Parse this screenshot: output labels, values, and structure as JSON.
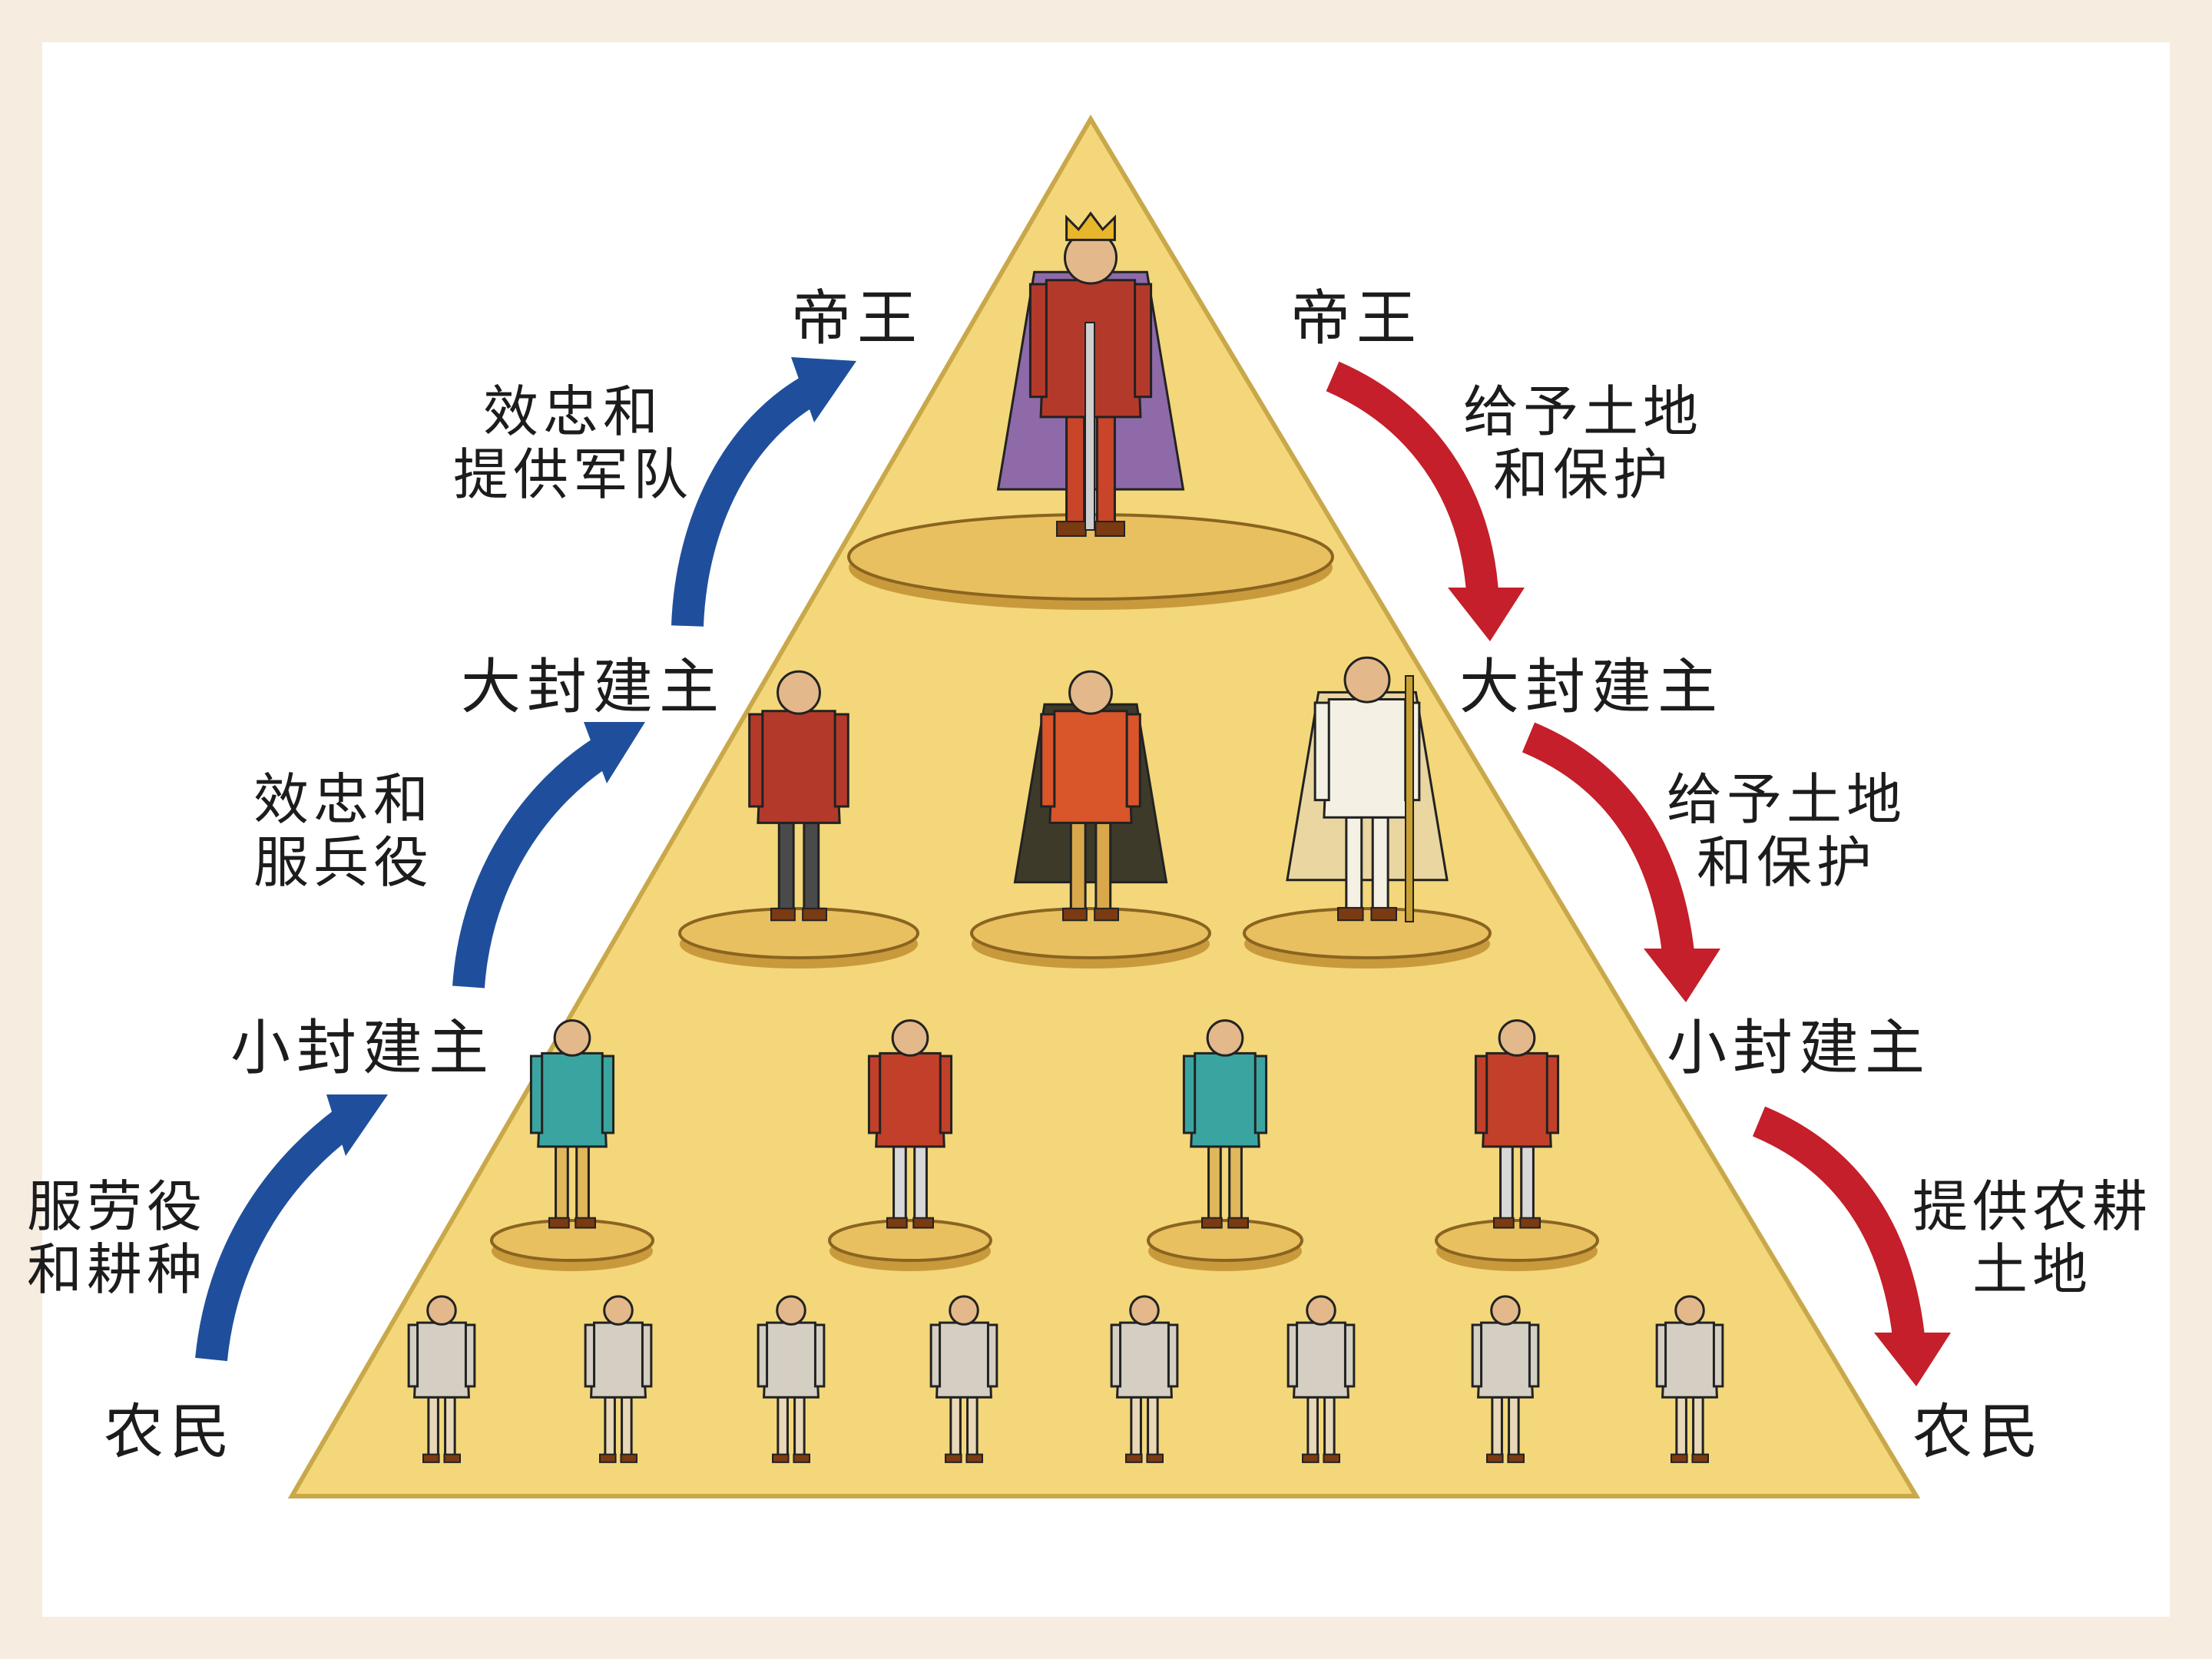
{
  "left": {
    "ranks": [
      "帝王",
      "大封建主",
      "小封建主",
      "农民"
    ],
    "duties": [
      {
        "line1": "效忠和",
        "line2": "提供军队"
      },
      {
        "line1": "效忠和",
        "line2": "服兵役"
      },
      {
        "line1": "服劳役",
        "line2": "和耕种"
      }
    ]
  },
  "right": {
    "ranks": [
      "帝王",
      "大封建主",
      "小封建主",
      "农民"
    ],
    "grants": [
      {
        "line1": "给予土地",
        "line2": "和保护"
      },
      {
        "line1": "给予土地",
        "line2": "和保护"
      },
      {
        "line1": "提供农耕",
        "line2": "土地"
      }
    ]
  },
  "colors": {
    "pyramid": "#f3d77a",
    "arrow_up": "#1f4f9c",
    "arrow_down": "#c41f2a",
    "platform": "#e9c05f"
  }
}
